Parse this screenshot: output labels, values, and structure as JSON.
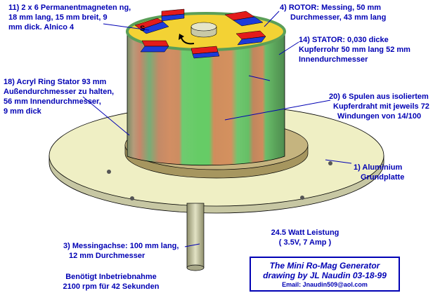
{
  "labels": {
    "magnets": [
      "11) 2 x 6 Permanentmagneten ng,",
      "18 mm lang, 15 mm breit, 9",
      "mm dick. Alnico 4"
    ],
    "rotor": [
      "4) ROTOR: Messing, 50 mm",
      "Durchmesser, 43 mm lang"
    ],
    "stator": [
      "14) STATOR: 0,030 dicke",
      "Kupferrohr 50 mm lang 52 mm",
      "Innendurchmesser"
    ],
    "acryl": [
      "18) Acryl Ring Stator 93 mm",
      "Außendurchmesser zu halten,",
      "56 mm Innendurchmesser,",
      "9 mm dick"
    ],
    "coils": [
      "20) 6 Spulen aus isoliertem",
      "Kupferdraht mit jeweils 72",
      "Windungen von 14/100"
    ],
    "base": [
      "1) Aluminium",
      "Grundplatte"
    ],
    "power": [
      "24.5 Watt Leistung",
      "( 3.5V, 7 Amp )"
    ],
    "shaft": [
      "3) Messingachse: 100 mm lang,",
      "12 mm Durchmesser"
    ],
    "startup": [
      "Benötigt Inbetriebnahme",
      "2100 rpm für 42 Sekunden"
    ]
  },
  "magnet_pole_label": "S",
  "title_box": {
    "line1": "The Mini Ro-Mag Generator",
    "line2": "drawing by JL Naudin 03-18-99",
    "email": "Email: Jnaudin509@aol.com"
  },
  "colors": {
    "label_text": "#0000b4",
    "base_plate": "#efefc4",
    "acryl_ring": "#c5b47f",
    "rotor_disc": "#f0cc10",
    "magnet_red": "#e31b1b",
    "magnet_blue": "#1d3bd9",
    "coil_green": "#66cc66",
    "coil_copper": "#cf8c5d"
  }
}
